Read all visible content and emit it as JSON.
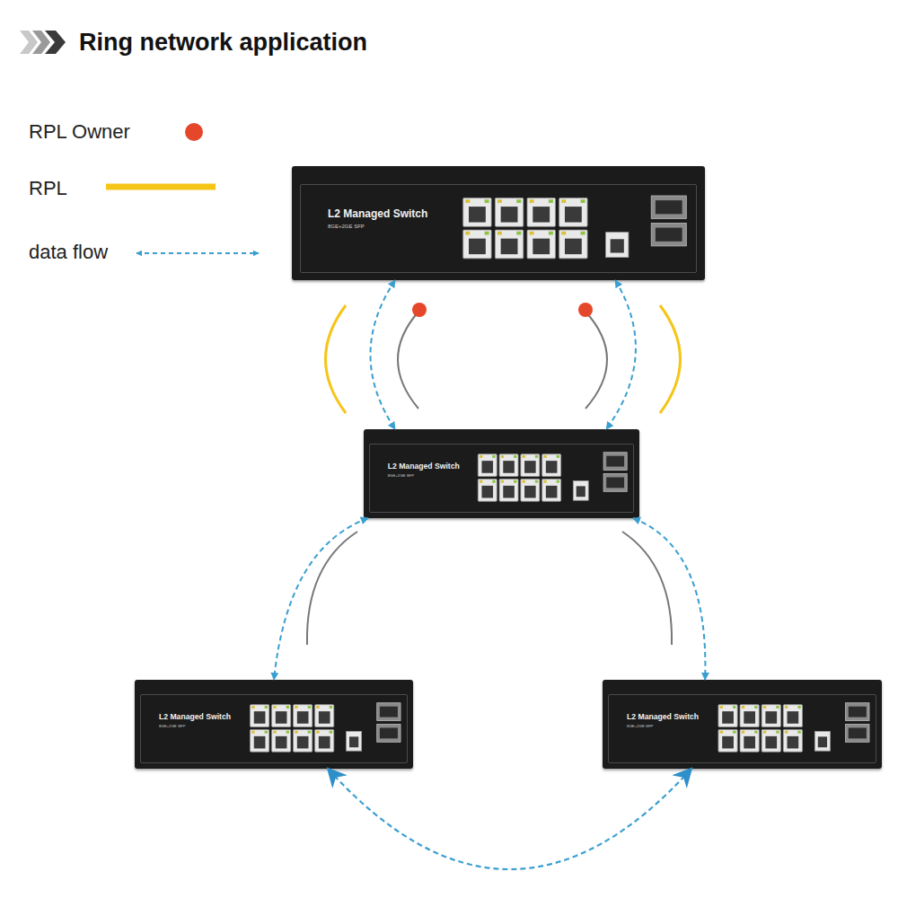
{
  "diagram": {
    "title": "Ring network application",
    "nodes": [
      {
        "text": [
          "L2 Managed Switch",
          "8GE+2GE SFP"
        ]
      },
      {
        "text": [
          "L2 Managed Switch",
          "8GE+2GE SFP"
        ]
      },
      {
        "text": [
          "L2 Managed Switch",
          "8GE+2GE SFP"
        ]
      },
      {
        "text": [
          "L2 Managed Switch",
          "8GE+2GE SFP"
        ]
      }
    ],
    "edges": [
      {
        "from": 0,
        "to": 1,
        "arrow": "both"
      },
      {
        "from": 0,
        "to": 1,
        "arrow": "both"
      },
      {
        "from": 1,
        "to": 2,
        "arrow": "both"
      },
      {
        "from": 1,
        "to": 3,
        "arrow": "both"
      },
      {
        "from": 2,
        "to": 3,
        "arrow": "both"
      }
    ],
    "legend": [
      {
        "text": "RPL Owner",
        "color": "#e5472a"
      },
      {
        "text": "RPL"
      },
      {
        "text": "data flow"
      }
    ]
  }
}
